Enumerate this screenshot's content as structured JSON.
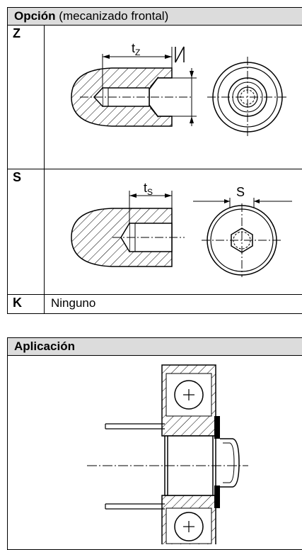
{
  "opcion_table": {
    "header_bold": "Opción",
    "header_rest": " (mecanizado frontal)",
    "rows": [
      {
        "code": "Z",
        "label_t": "t",
        "label_t_sub": "Z",
        "label_n": "N"
      },
      {
        "code": "S",
        "label_t": "t",
        "label_t_sub": "S",
        "label_s": "S"
      },
      {
        "code": "K",
        "text": "Ninguno"
      }
    ]
  },
  "aplicacion_table": {
    "header": "Aplicación"
  }
}
